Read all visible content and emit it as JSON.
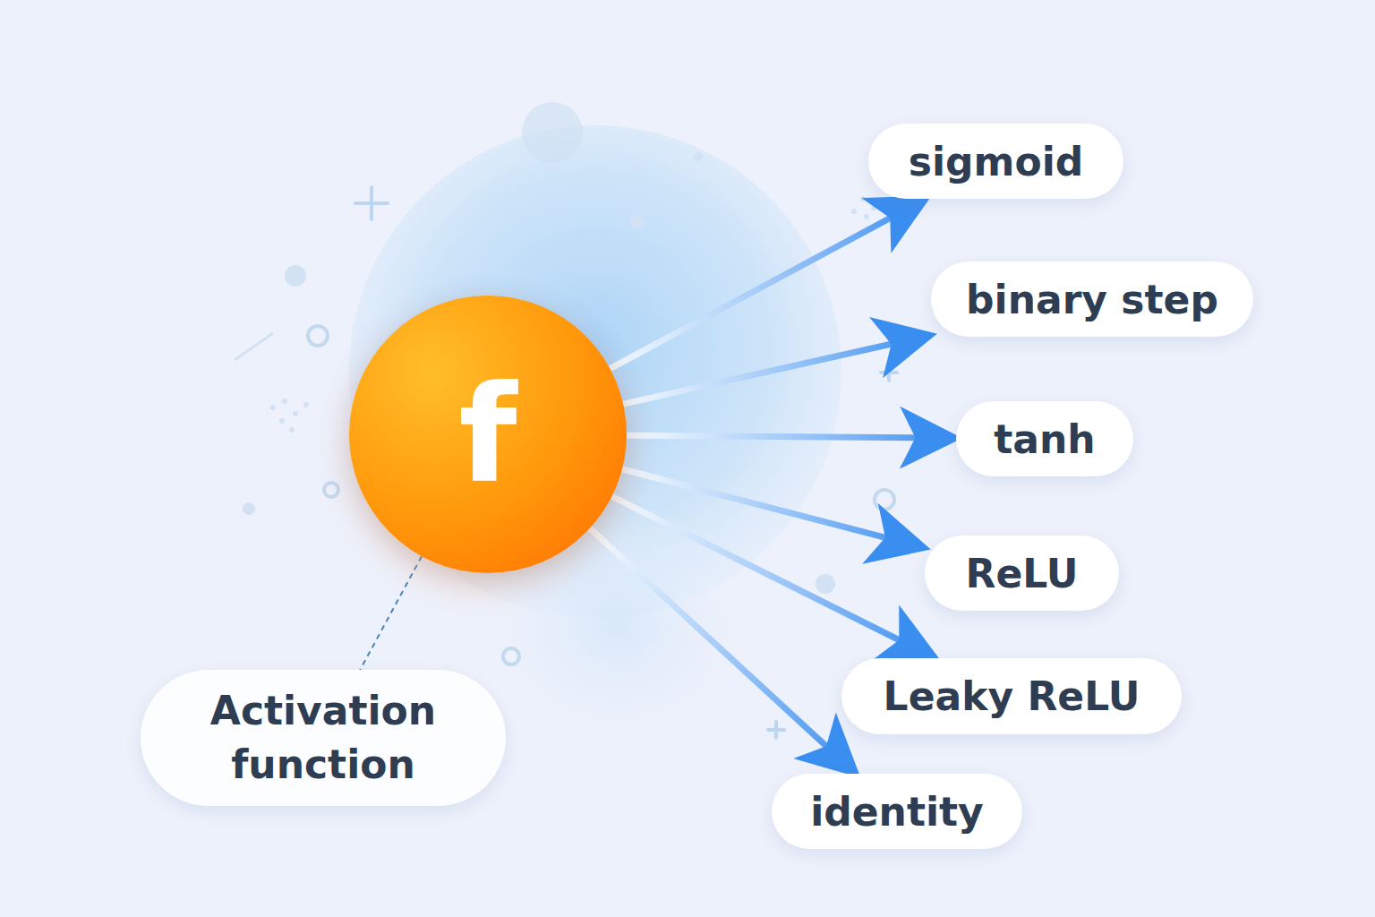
{
  "diagram": {
    "nodes": [
      {
        "text": [
          "f"
        ]
      },
      {
        "text": [
          "sigmoid"
        ]
      },
      {
        "text": [
          "binary step"
        ]
      },
      {
        "text": [
          "tanh"
        ]
      },
      {
        "text": [
          "ReLU"
        ]
      },
      {
        "text": [
          "Leaky ReLU"
        ]
      },
      {
        "text": [
          "identity"
        ]
      },
      {
        "text": [
          "Activation function"
        ]
      }
    ],
    "edges": [
      {
        "from": 0,
        "to": 1,
        "arrow": "to"
      },
      {
        "from": 0,
        "to": 2,
        "arrow": "to"
      },
      {
        "from": 0,
        "to": 3,
        "arrow": "to"
      },
      {
        "from": 0,
        "to": 4,
        "arrow": "to"
      },
      {
        "from": 0,
        "to": 5,
        "arrow": "to"
      },
      {
        "from": 0,
        "to": 6,
        "arrow": "to"
      },
      {
        "from": 0,
        "to": 7,
        "arrow": "none"
      }
    ]
  }
}
